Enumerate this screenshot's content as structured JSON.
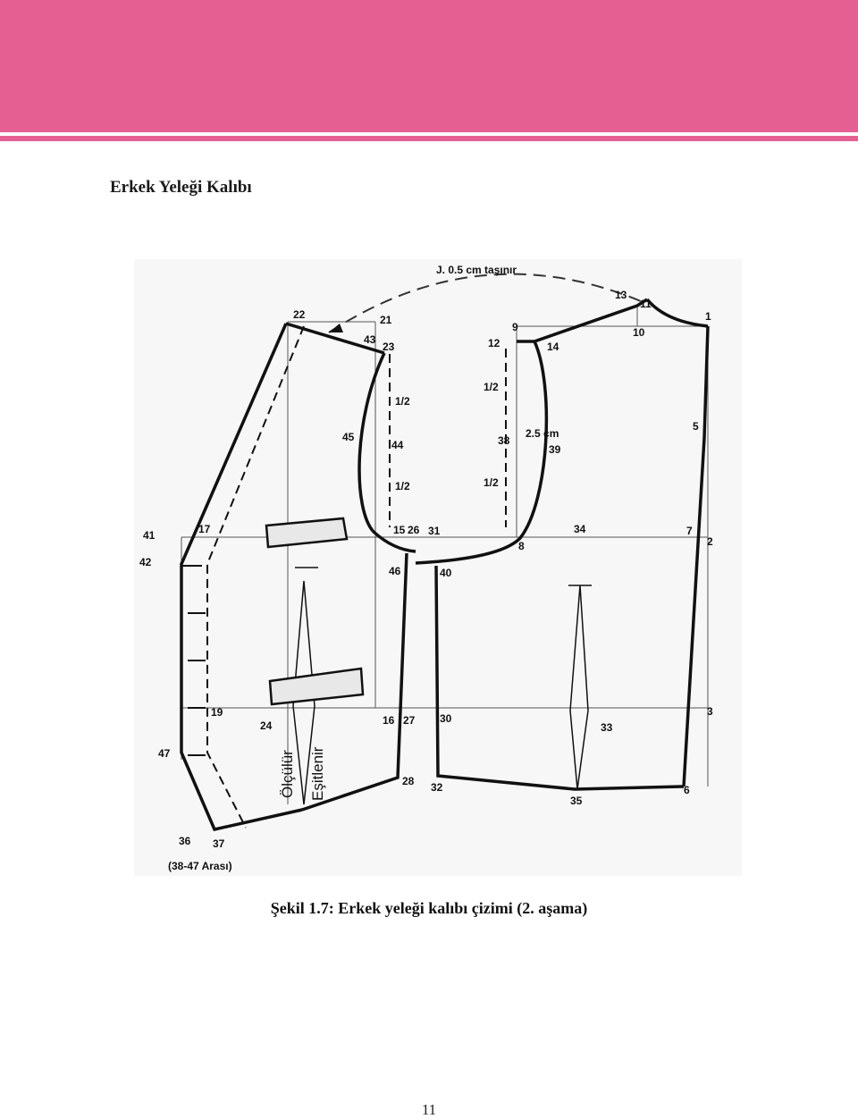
{
  "header": {
    "band_color": "#e65f93"
  },
  "section": {
    "title": "Erkek Yeleği Kalıbı"
  },
  "figure": {
    "note_top": "J. 0.5 cm taşınır",
    "points": [
      "1",
      "2",
      "3",
      "5",
      "6",
      "7",
      "8",
      "9",
      "10",
      "11",
      "12",
      "13",
      "14",
      "15",
      "16",
      "17",
      "19",
      "21",
      "22",
      "23",
      "24",
      "26",
      "27",
      "28",
      "30",
      "31",
      "32",
      "33",
      "34",
      "35",
      "36",
      "37",
      "38",
      "39",
      "40",
      "41",
      "42",
      "43",
      "44",
      "45",
      "46",
      "47"
    ],
    "half_marks": [
      "1/2",
      "1/2",
      "1/2",
      "1/2"
    ],
    "measure_label": "2.5 cm",
    "vertical_left": "Ölçülür",
    "vertical_right": "Eşitlenir",
    "bottom_note": "(38-47 Arası)"
  },
  "caption": "Şekil 1.7: Erkek yeleği kalıbı çizimi (2. aşama)",
  "page_number": "11"
}
